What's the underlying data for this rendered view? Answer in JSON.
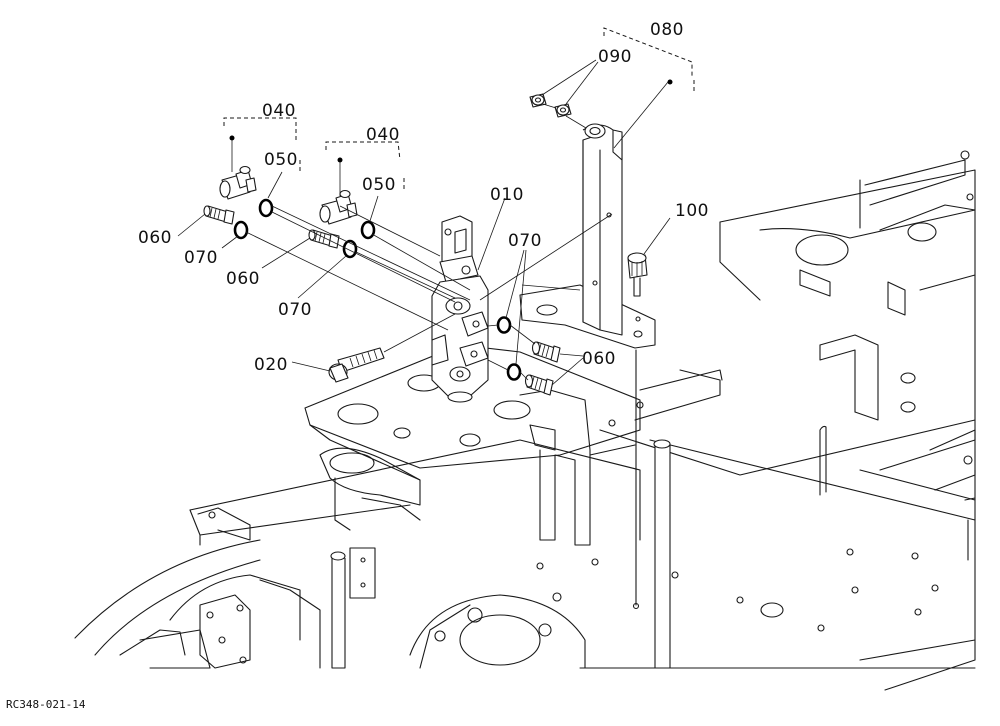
{
  "diagram": {
    "callouts": {
      "c010": "010",
      "c020": "020",
      "c040a": "040",
      "c040b": "040",
      "c050a": "050",
      "c050b": "050",
      "c060a": "060",
      "c060b": "060",
      "c060c": "060",
      "c070a": "070",
      "c070b": "070",
      "c070c": "070",
      "c080": "080",
      "c090": "090",
      "c100": "100"
    },
    "drawing_code": "RC348-021-14"
  }
}
